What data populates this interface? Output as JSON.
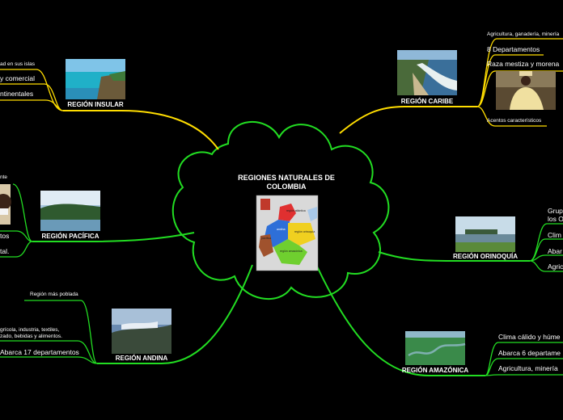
{
  "center": {
    "title": "REGIONES NATURALES DE COLOMBIA"
  },
  "map_labels": {
    "atlantica": "región atlántica",
    "andina": "andina",
    "orinoquia": "región orinoquía",
    "pacifica": "pacífica",
    "amazonica": "región amazónica"
  },
  "insular": {
    "title": "REGIÓN INSULAR",
    "items": [
      "ad en sus islas",
      "y comercial",
      "ntinentales"
    ]
  },
  "caribe": {
    "title": "REGIÓN CARIBE",
    "items": [
      "Agricultura, ganadería, minería",
      "8 Departamentos",
      "Raza mestiza y morena",
      "Acentos característicos"
    ]
  },
  "pacifica": {
    "title": "REGIÓN PACÍFICA",
    "items": [
      "nte",
      "tos",
      "tal."
    ]
  },
  "orinoquia": {
    "title": "REGIÓN ORINOQUÍA",
    "items": [
      "Grup",
      "los O",
      "Clim",
      "Abar",
      "Agric"
    ]
  },
  "andina": {
    "title": "REGIÓN ANDINA",
    "items": [
      "Región más poblada",
      "grícola, industria, textiles,",
      "zado, bebidas y alimentos.",
      "Abarca 17 departamentos"
    ]
  },
  "amazonica": {
    "title": "REGIÓN AMAZÓNICA",
    "items": [
      "Clima cálido y húme",
      "Abarca 6 departame",
      "Agricultura, minería"
    ]
  },
  "colors": {
    "background": "#000000",
    "green": "#22dd22",
    "yellow": "#ffdd00"
  }
}
